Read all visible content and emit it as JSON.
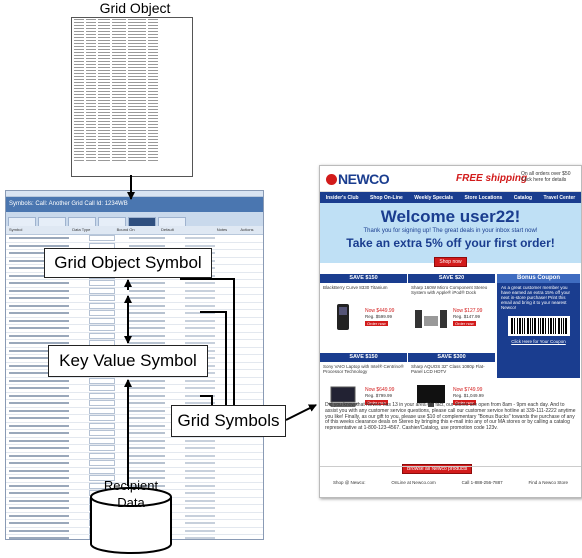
{
  "labels": {
    "grid_object": "Grid Object",
    "grid_object_symbol": "Grid Object Symbol",
    "key_value_symbol": "Key Value Symbol",
    "grid_symbols": "Grid Symbols",
    "recipient_line1": "Recipient",
    "recipient_line2": "Data"
  },
  "newsletter": {
    "logo": "NEWCO",
    "free_shipping": "FREE shipping",
    "orders_note": "On all orders over $50 Click here for details",
    "nav": [
      "Insider's Club",
      "Shop On-Line",
      "Weekly Specials",
      "Store Locations",
      "Catalog",
      "Travel Center"
    ],
    "welcome": "Welcome user22!",
    "thanks": "Thank you for signing up!  The great deals in your inbox start now!",
    "extra_off": "Take an extra 5% off your first order!",
    "shop_now": "Shop now",
    "products": [
      {
        "save": "SAVE $150",
        "name": "BlackBerry Curve 8330 Titanium",
        "now": "Now $449.99",
        "reg": "Reg. $599.99",
        "order": "Order now"
      },
      {
        "save": "SAVE $20",
        "name": "Sharp 160W Micro Component Stereo System with Apple® iPod® Dock",
        "now": "Now $127.99",
        "reg": "Reg. $147.99",
        "order": "Order now"
      },
      {
        "save": "SAVE $150",
        "name": "Sony VAIO Laptop with Intel® Centrino® Processor Technology",
        "now": "Now $649.99",
        "reg": "Reg. $799.99",
        "order": "Order now"
      },
      {
        "save": "SAVE $300",
        "name": "Sharp AQUOS 32\" Class 1080p Flat-Panel LCD HDTV",
        "now": "Now $749.99",
        "reg": "Reg. $1,049.99",
        "order": "Order now"
      }
    ],
    "coupon_title": "Bonus Coupon",
    "coupon_text": "As a great customer member you have earned an extra 15% off your next in-store purchase! Print this email and bring it to your nearest Newco!",
    "coupon_link": "Click Here for Your Coupon",
    "body_text": "Did you know that Newco has 13 in your area? In fact, our stores are open from 8am - 9pm each day. And to assist you with any customer service questions, please call our customer service hotline at 339-111-2222 anytime you like! Finally, as our gift to you, please use $10 of complementary \"Bonus Bucks\" towards the purchase of any of this weeks clearance deals on Stereo by bringing this e-mail into any of our MA stores or by calling a catalog representative at 1-800-123-4567.  Cashier/Catalog, use promotion code 123v.",
    "browse": "Browse all Newco products",
    "footer": [
      "Shop @ Newco:",
      "OnLine at Newco.com",
      "Call 1-888-256-7887",
      "Find a Newco Store"
    ]
  },
  "editor": {
    "title": "Symbols: Call: Another Grid   Call Id: 1234WB",
    "columns": [
      "Symbol",
      "Data Type",
      "Bound On",
      "Default",
      "Notes",
      "Actions"
    ]
  },
  "colors": {
    "newco_blue": "#1a3d8f",
    "newco_red": "#d21b1b",
    "hero_bg": "#bfe0f5"
  }
}
